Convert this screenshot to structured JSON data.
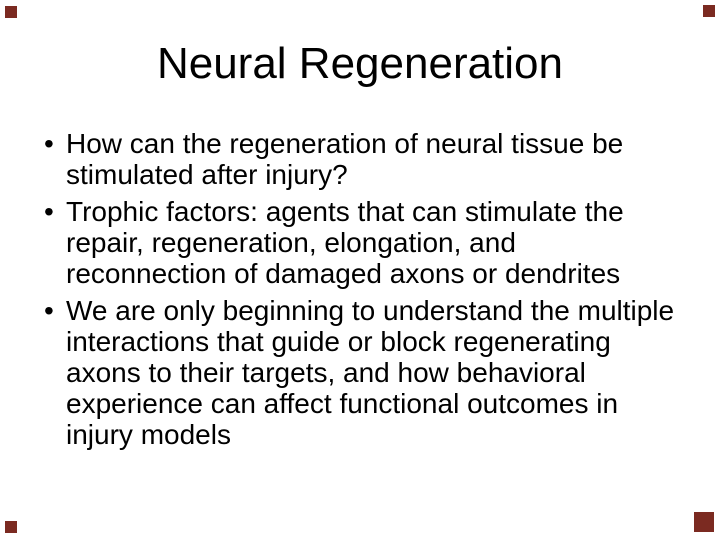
{
  "slide": {
    "title": "Neural Regeneration",
    "bullet_char": "•",
    "bullets": [
      {
        "text": "How can the regeneration of neural tissue be\nstimulated after injury?"
      },
      {
        "text": "Trophic factors: agents that can stimulate the\nrepair, regeneration, elongation, and\nreconnection of damaged axons or dendrites"
      },
      {
        "text": "We are only beginning to understand the multiple\ninteractions that guide or block regenerating\naxons to their targets, and how behavioral\nexperience can affect functional outcomes in\ninjury models"
      }
    ],
    "colors": {
      "background": "#ffffff",
      "text": "#000000",
      "corner_marker": "#7b2a21"
    }
  }
}
